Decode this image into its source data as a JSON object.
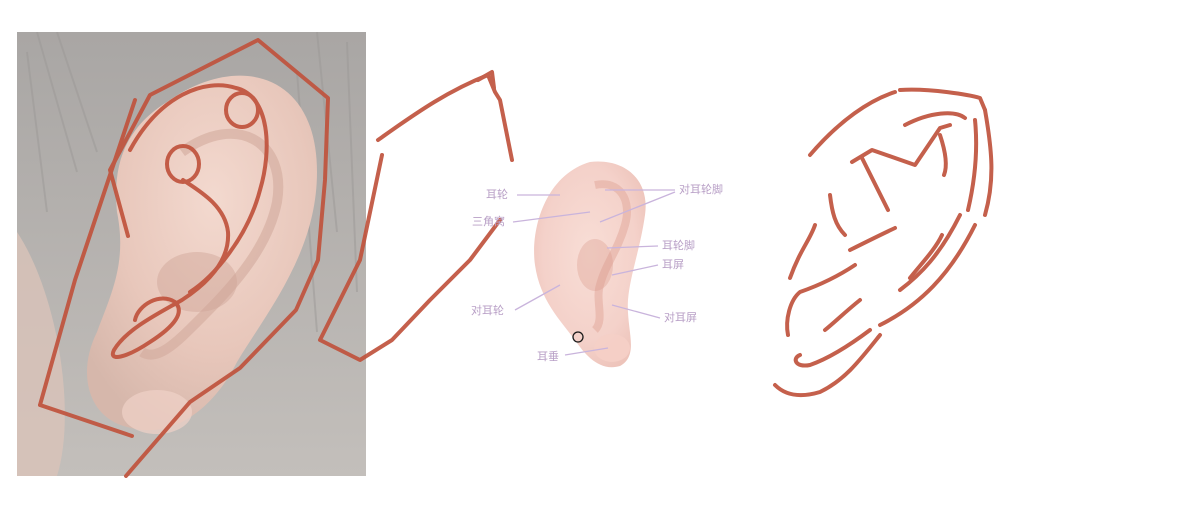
{
  "colors": {
    "sketch_stroke": "#c0533d",
    "leader_line": "#c9b4dc",
    "label_text": "#b89fc6",
    "photo_background": "#c6c2bd",
    "ear_skin": "#f2c9c0"
  },
  "labels": {
    "helix": "耳轮",
    "triangular_fossa": "三角窝",
    "antihelix_crura": "对耳轮脚",
    "crus_of_helix": "耳轮脚",
    "tragus": "耳屏",
    "antihelix": "对耳轮",
    "antitragus": "对耳屏",
    "earlobe": "耳垂"
  },
  "cursor_icon": "circle-cursor-icon"
}
